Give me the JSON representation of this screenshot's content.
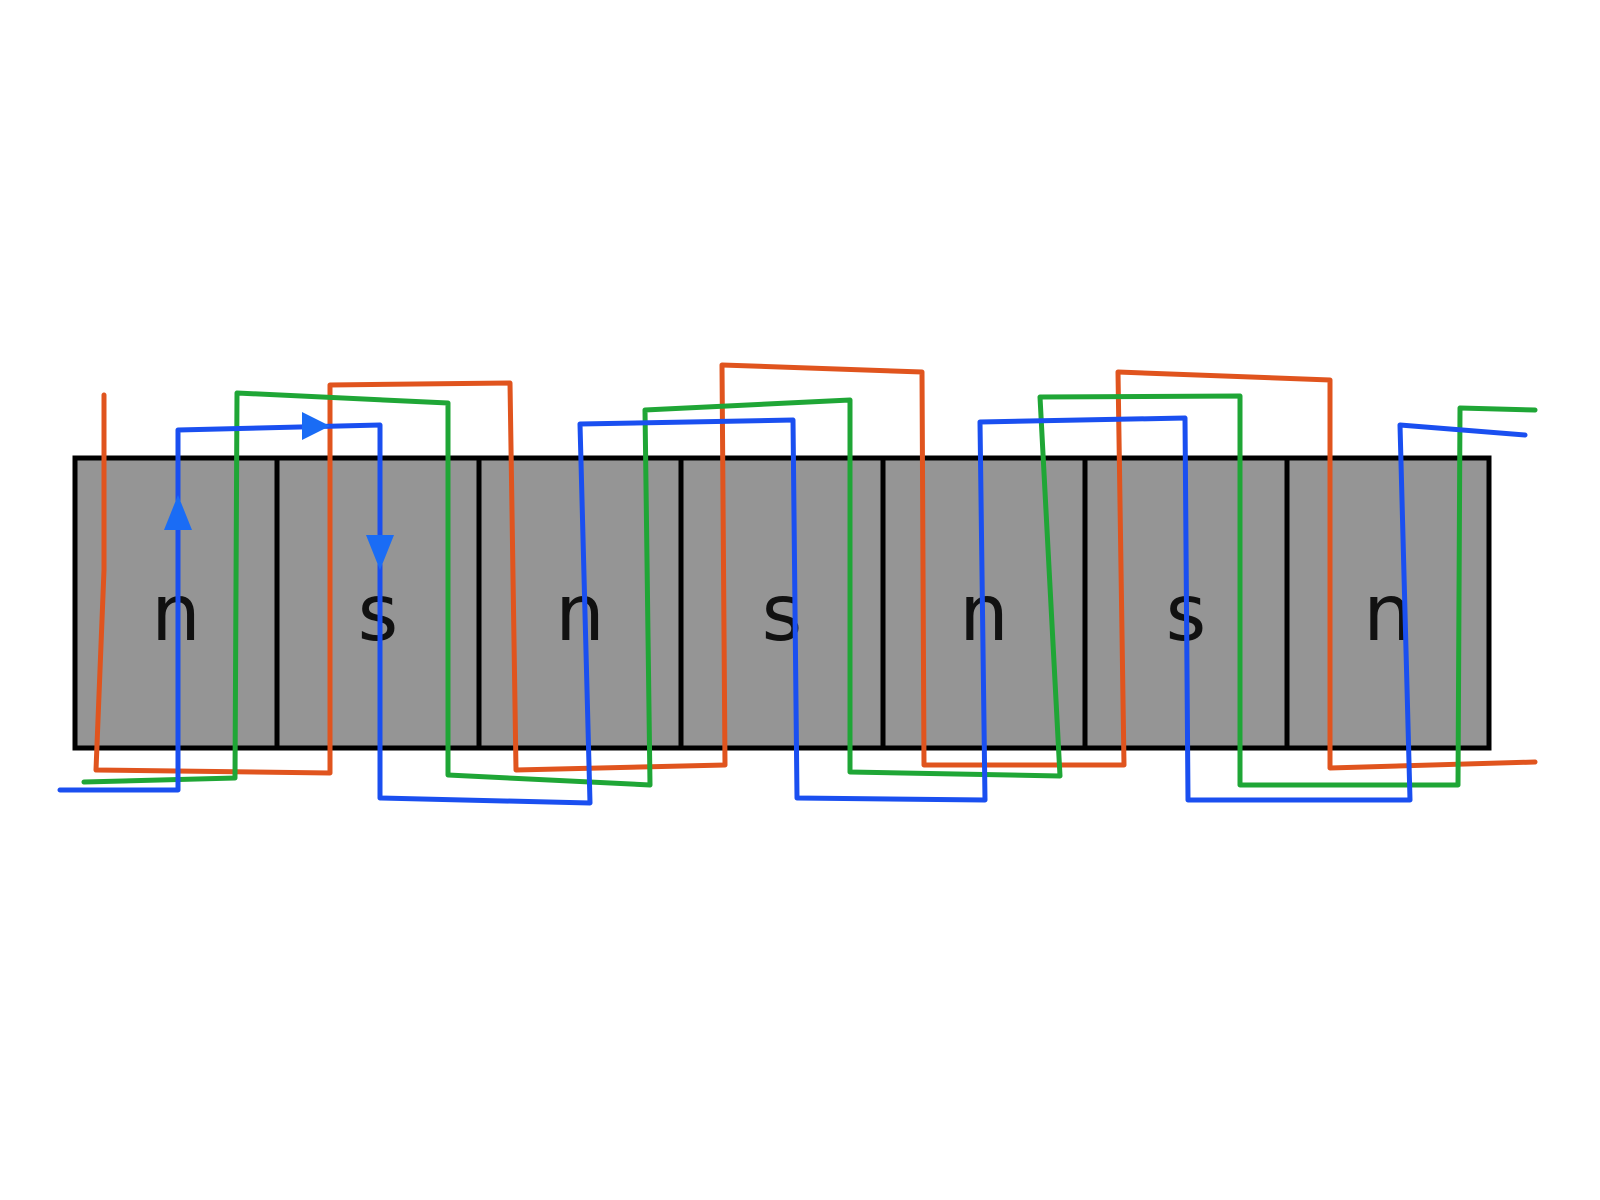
{
  "diagram": {
    "poles": [
      "n",
      "s",
      "n",
      "s",
      "n",
      "s",
      "n"
    ],
    "colors": {
      "background": "#ffffff",
      "magnet_fill": "#959595",
      "magnet_border": "#000000",
      "label": "#111111",
      "phase_orange": "#e0541e",
      "phase_green": "#1fa636",
      "phase_blue": "#1a4ff0",
      "arrow_blue": "#1a6cf5"
    },
    "phases": [
      "phase_orange",
      "phase_green",
      "phase_blue"
    ]
  }
}
